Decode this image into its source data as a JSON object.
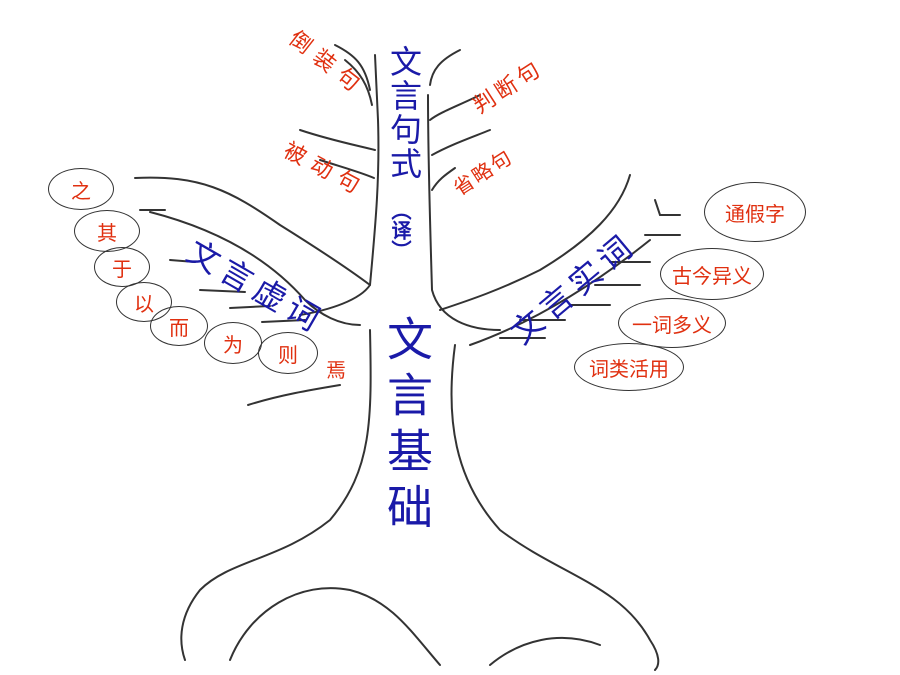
{
  "trunk": {
    "label": "文言基础"
  },
  "sentence_branch": {
    "label": "文言句式",
    "note": "（译）"
  },
  "sentence_types": [
    "倒装句",
    "判断句",
    "被动句",
    "省略句"
  ],
  "function_branch": {
    "label": "文言虚词"
  },
  "function_words": [
    "之",
    "其",
    "于",
    "以",
    "而",
    "为",
    "则",
    "焉"
  ],
  "content_branch": {
    "label": "文言实词"
  },
  "content_items": [
    "通假字",
    "古今异义",
    "一词多义",
    "词类活用"
  ],
  "colors": {
    "branch_label": "#1a1aa8",
    "leaf_label": "#e03010",
    "line": "#333333"
  }
}
